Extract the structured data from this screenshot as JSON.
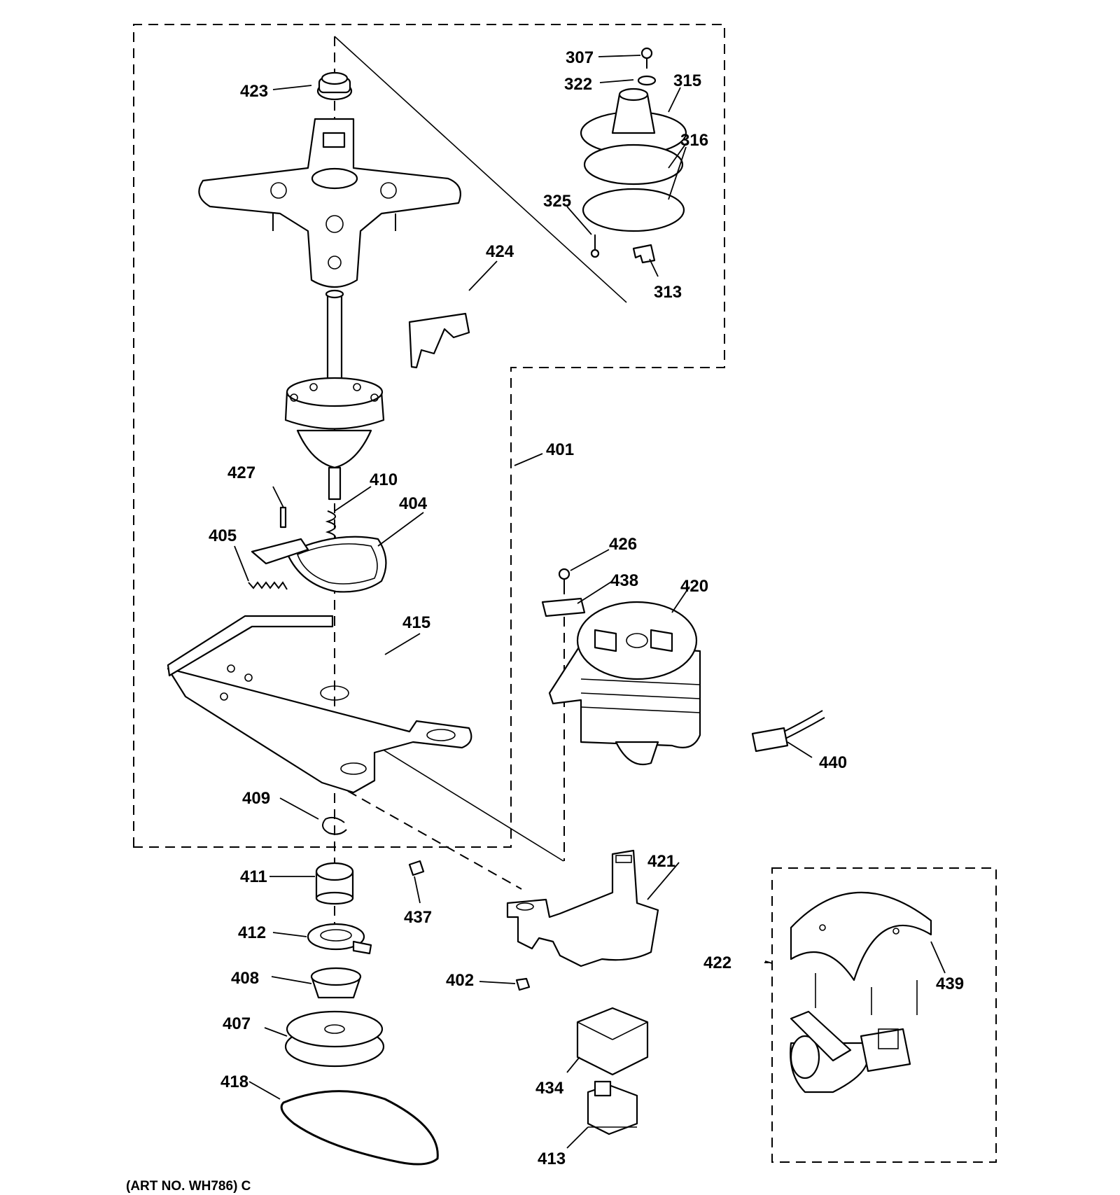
{
  "callouts": [
    {
      "id": "307",
      "text": "307"
    },
    {
      "id": "322",
      "text": "322"
    },
    {
      "id": "315",
      "text": "315"
    },
    {
      "id": "316",
      "text": "316"
    },
    {
      "id": "325",
      "text": "325"
    },
    {
      "id": "313",
      "text": "313"
    },
    {
      "id": "423",
      "text": "423"
    },
    {
      "id": "424",
      "text": "424"
    },
    {
      "id": "401",
      "text": "401"
    },
    {
      "id": "427",
      "text": "427"
    },
    {
      "id": "410",
      "text": "410"
    },
    {
      "id": "404",
      "text": "404"
    },
    {
      "id": "405",
      "text": "405"
    },
    {
      "id": "426",
      "text": "426"
    },
    {
      "id": "438",
      "text": "438"
    },
    {
      "id": "420",
      "text": "420"
    },
    {
      "id": "415",
      "text": "415"
    },
    {
      "id": "440",
      "text": "440"
    },
    {
      "id": "409",
      "text": "409"
    },
    {
      "id": "421",
      "text": "421"
    },
    {
      "id": "411",
      "text": "411"
    },
    {
      "id": "437",
      "text": "437"
    },
    {
      "id": "412",
      "text": "412"
    },
    {
      "id": "422",
      "text": "422"
    },
    {
      "id": "439",
      "text": "439"
    },
    {
      "id": "408",
      "text": "408"
    },
    {
      "id": "402",
      "text": "402"
    },
    {
      "id": "407",
      "text": "407"
    },
    {
      "id": "434",
      "text": "434"
    },
    {
      "id": "418",
      "text": "418"
    },
    {
      "id": "413",
      "text": "413"
    }
  ],
  "caption": "(ART NO. WH786) C"
}
